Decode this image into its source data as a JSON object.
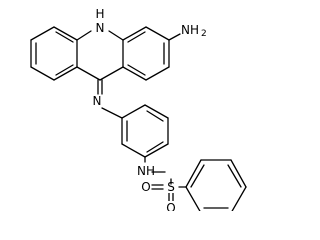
{
  "molecule": {
    "labels": {
      "ring_nh": "H",
      "ring_n": "N",
      "amine": "NH",
      "amine_subscript": "2",
      "imine_n": "N",
      "sulfonamide_nh": "NH",
      "sulfur": "S",
      "oxygen_left": "O",
      "oxygen_right": "O"
    }
  }
}
